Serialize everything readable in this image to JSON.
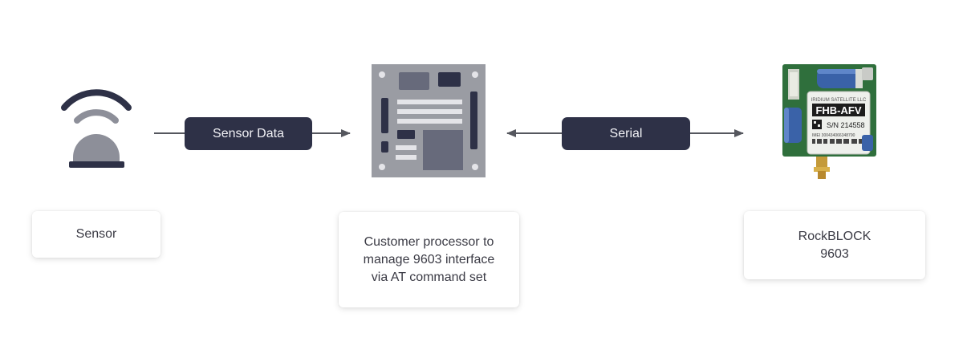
{
  "diagram": {
    "nodes": {
      "sensor": {
        "label": "Sensor",
        "icon": "sensor-signal-icon"
      },
      "processor": {
        "label_lines": [
          "Customer processor to",
          "manage 9603 interface",
          "via AT command set"
        ],
        "icon": "circuit-board-icon"
      },
      "rockblock": {
        "label_lines": [
          "RockBLOCK",
          "9603"
        ],
        "icon": "rockblock-module-image",
        "module_print": {
          "brand": "IRIDIUM SATELLITE LLC",
          "model": "FHB-AFV",
          "serial": "S/N 214558",
          "imei": "IMEI 300434066348790"
        }
      }
    },
    "edges": {
      "sensor_to_processor": {
        "label": "Sensor Data",
        "direction": "forward"
      },
      "processor_rockblock": {
        "label": "Serial",
        "direction": "bidirectional"
      }
    }
  },
  "colors": {
    "pill_bg": "#2e3147",
    "pill_text": "#f2f2f6",
    "arrow": "#55575e",
    "icon_dark": "#2e3147",
    "icon_mid": "#8d8f99",
    "board": "#9a9ca3",
    "board_dark": "#676a7b",
    "board_light": "#e4e4e8",
    "module_pcb": "#2f6f3c",
    "card_text": "#3a3a44"
  }
}
